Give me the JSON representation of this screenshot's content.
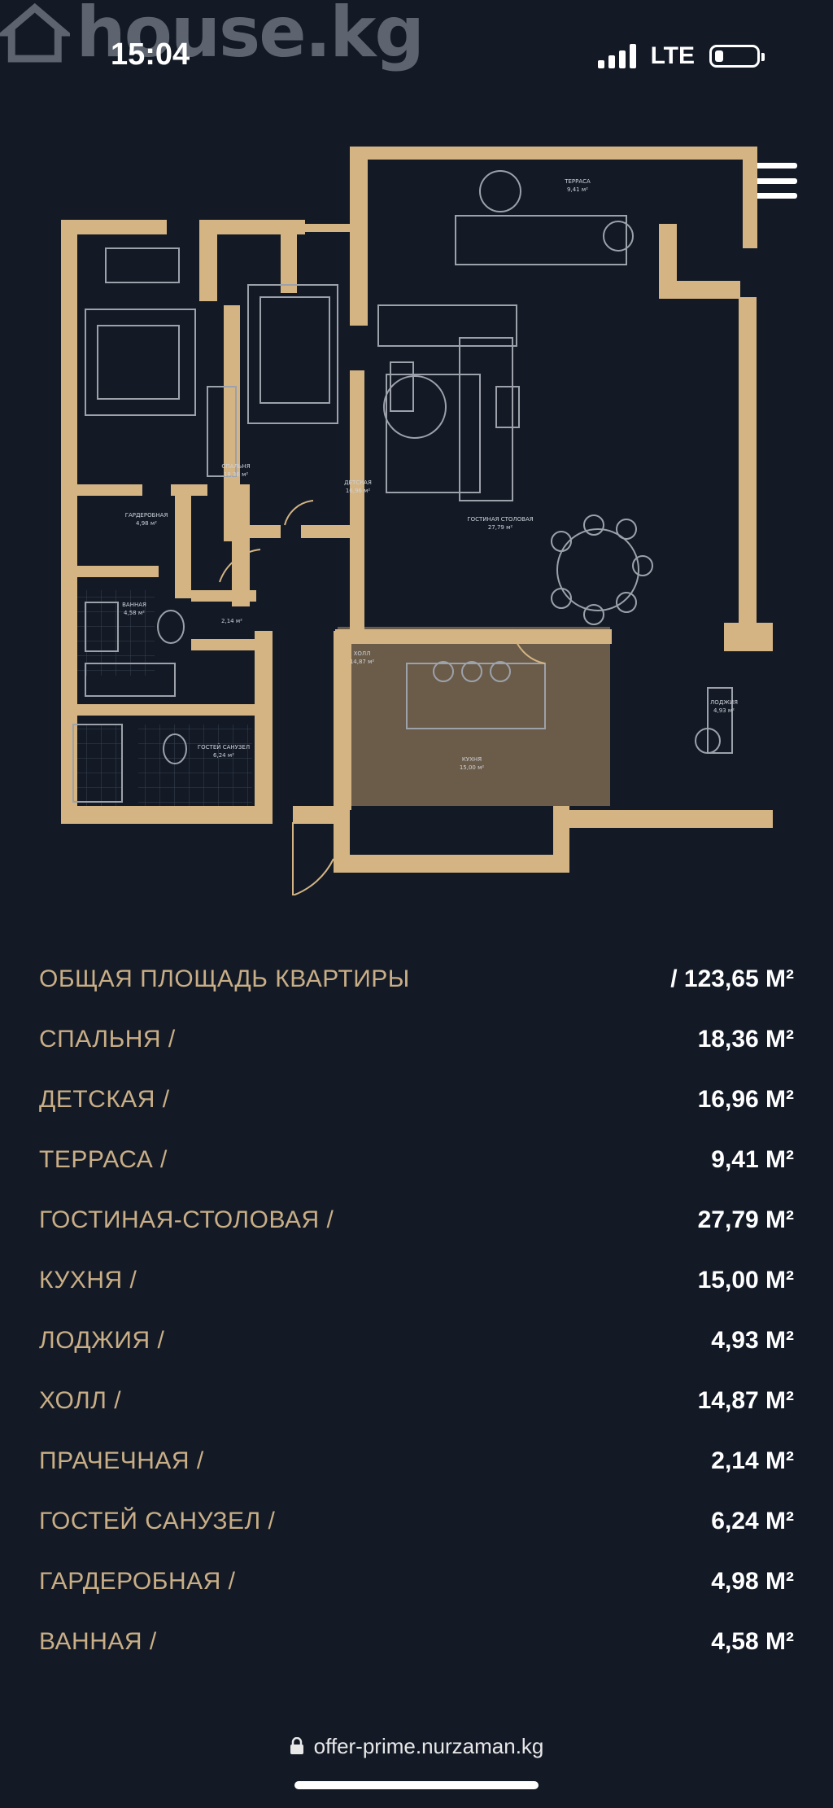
{
  "watermark": {
    "text": "house.kg"
  },
  "status_bar": {
    "time": "15:04",
    "network": "LTE"
  },
  "floorplan": {
    "rooms": [
      {
        "id": "terrace",
        "name": "ТЕРРАСА",
        "area": "9,41 м²"
      },
      {
        "id": "bedroom",
        "name": "СПАЛЬНЯ",
        "area": "18,36 м²"
      },
      {
        "id": "kids",
        "name": "ДЕТСКАЯ",
        "area": "16,96 м²"
      },
      {
        "id": "living",
        "name": "ГОСТИНАЯ СТОЛОВАЯ",
        "area": "27,79 м²"
      },
      {
        "id": "wardrobe",
        "name": "ГАРДЕРОБНАЯ",
        "area": "4,98 м²"
      },
      {
        "id": "bath",
        "name": "ВАННАЯ",
        "area": "4,58 м²"
      },
      {
        "id": "laundry",
        "name": "",
        "area": "2,14 м²"
      },
      {
        "id": "hall",
        "name": "ХОЛЛ",
        "area": "14,87 м²"
      },
      {
        "id": "guest_wc",
        "name": "ГОСТЕЙ САНУЗЕЛ",
        "area": "6,24 м²"
      },
      {
        "id": "kitchen",
        "name": "КУХНЯ",
        "area": "15,00 м²"
      },
      {
        "id": "loggia",
        "name": "ЛОДЖИЯ",
        "area": "4,93 м²"
      }
    ]
  },
  "areas": [
    {
      "label": "ОБЩАЯ ПЛОЩАДЬ КВАРТИРЫ",
      "value": "/ 123,65 М²"
    },
    {
      "label": "СПАЛЬНЯ /",
      "value": "18,36 М²"
    },
    {
      "label": "ДЕТСКАЯ /",
      "value": "16,96 М²"
    },
    {
      "label": "ТЕРРАСА /",
      "value": "9,41 М²"
    },
    {
      "label": "ГОСТИНАЯ-СТОЛОВАЯ /",
      "value": "27,79 М²"
    },
    {
      "label": "КУХНЯ /",
      "value": "15,00 М²"
    },
    {
      "label": "ЛОДЖИЯ /",
      "value": "4,93 М²"
    },
    {
      "label": "ХОЛЛ /",
      "value": "14,87 М²"
    },
    {
      "label": "ПРАЧЕЧНАЯ /",
      "value": "2,14 М²"
    },
    {
      "label": "ГОСТЕЙ САНУЗЕЛ /",
      "value": "6,24 М²"
    },
    {
      "label": "ГАРДЕРОБНАЯ /",
      "value": "4,98 М²"
    },
    {
      "label": "ВАННАЯ /",
      "value": "4,58 М²"
    }
  ],
  "url_bar": {
    "url": "offer-prime.nurzaman.kg"
  },
  "colors": {
    "background": "#131a26",
    "wall": "#d4b483",
    "label": "#c9ae86",
    "kitchen_floor": "#6b5c4a"
  }
}
